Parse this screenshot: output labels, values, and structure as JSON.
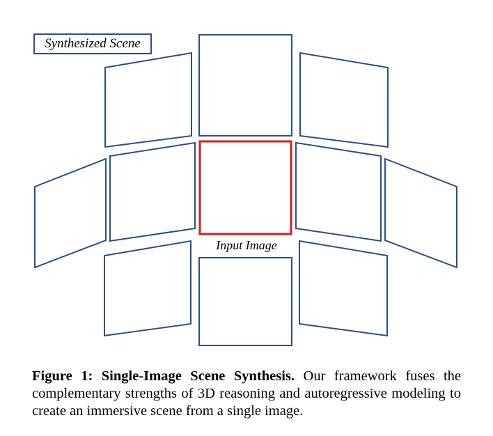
{
  "figure": {
    "synthesized_label": "Synthesized Scene",
    "input_label": "Input Image",
    "colors": {
      "view_border": "#2a4d8f",
      "input_border": "#d81e1e",
      "wall": "#e9dcc0",
      "window": "#fbfbf7",
      "floor": "#cdb590",
      "shelf": "#6b5138",
      "cabinet": "#3d4148",
      "chair": "#5a2e1e"
    },
    "views": [
      {
        "name": "view-top-left"
      },
      {
        "name": "view-top-center"
      },
      {
        "name": "view-top-right"
      },
      {
        "name": "view-middle-far-left"
      },
      {
        "name": "view-middle-left"
      },
      {
        "name": "view-input"
      },
      {
        "name": "view-middle-right"
      },
      {
        "name": "view-middle-far-right"
      },
      {
        "name": "view-bottom-left"
      },
      {
        "name": "view-bottom-center"
      },
      {
        "name": "view-bottom-right"
      }
    ]
  },
  "caption": {
    "label": "Figure 1:",
    "title": "Single-Image Scene Synthesis.",
    "text": "Our framework fuses the complementary strengths of 3D reasoning and autoregressive modeling to create an immersive scene from a single image."
  }
}
